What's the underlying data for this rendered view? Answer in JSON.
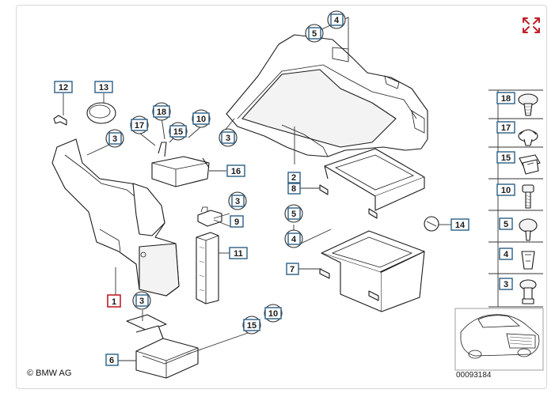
{
  "labels": {
    "p1": "1",
    "p2": "2",
    "p3a": "3",
    "p3b": "3",
    "p3c": "3",
    "p3d": "3",
    "p4a": "4",
    "p4b": "4",
    "p5a": "5",
    "p5b": "5",
    "p6": "6",
    "p7": "7",
    "p8": "8",
    "p9": "9",
    "p10a": "10",
    "p10b": "10",
    "p11": "11",
    "p12": "12",
    "p13": "13",
    "p14": "14",
    "p15a": "15",
    "p15b": "15",
    "p16": "16",
    "p17": "17",
    "p18": "18"
  },
  "side_panel": [
    "18",
    "17",
    "15",
    "10",
    "5",
    "4",
    "3"
  ],
  "copyright": "© BMW AG",
  "diagram_number": "00093184",
  "expand_icon": "expand-arrows-icon",
  "colors": {
    "highlight": "#c0202a",
    "label_border": "#2a5f86"
  }
}
